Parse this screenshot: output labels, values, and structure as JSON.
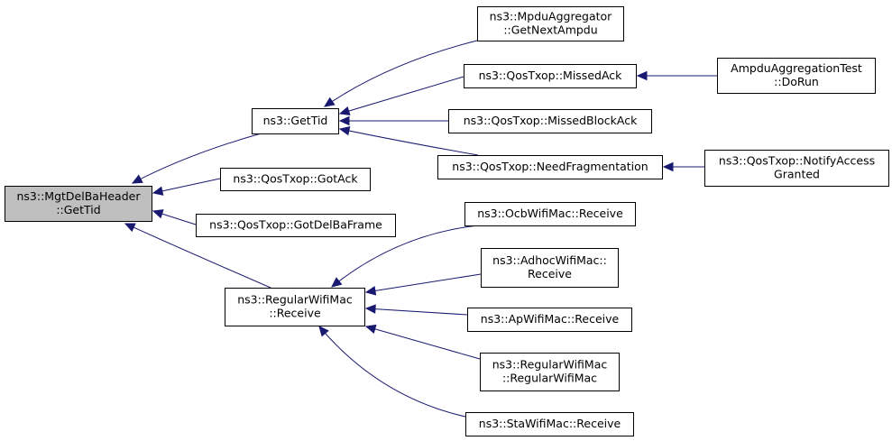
{
  "diagram": {
    "nodes": [
      {
        "id": "mgt",
        "lines": [
          "ns3::MgtDelBaHeader",
          "::GetTid"
        ],
        "root": true
      },
      {
        "id": "gettid",
        "lines": [
          "ns3::GetTid"
        ]
      },
      {
        "id": "gotack",
        "lines": [
          "ns3::QosTxop::GotAck"
        ]
      },
      {
        "id": "gotdelba",
        "lines": [
          "ns3::QosTxop::GotDelBaFrame"
        ]
      },
      {
        "id": "regrecv",
        "lines": [
          "ns3::RegularWifiMac",
          "::Receive"
        ]
      },
      {
        "id": "mpdu",
        "lines": [
          "ns3::MpduAggregator",
          "::GetNextAmpdu"
        ]
      },
      {
        "id": "missedack",
        "lines": [
          "ns3::QosTxop::MissedAck"
        ]
      },
      {
        "id": "missedblock",
        "lines": [
          "ns3::QosTxop::MissedBlockAck"
        ]
      },
      {
        "id": "needfrag",
        "lines": [
          "ns3::QosTxop::NeedFragmentation"
        ]
      },
      {
        "id": "ampdutest",
        "lines": [
          "AmpduAggregationTest",
          "::DoRun"
        ]
      },
      {
        "id": "notify",
        "lines": [
          "ns3::QosTxop::NotifyAccess",
          "Granted"
        ]
      },
      {
        "id": "ocb",
        "lines": [
          "ns3::OcbWifiMac::Receive"
        ]
      },
      {
        "id": "adhoc",
        "lines": [
          "ns3::AdhocWifiMac::",
          "Receive"
        ]
      },
      {
        "id": "ap",
        "lines": [
          "ns3::ApWifiMac::Receive"
        ]
      },
      {
        "id": "regctor",
        "lines": [
          "ns3::RegularWifiMac",
          "::RegularWifiMac"
        ]
      },
      {
        "id": "sta",
        "lines": [
          "ns3::StaWifiMac::Receive"
        ]
      }
    ],
    "edges": [
      {
        "from": "gettid",
        "to": "mgt"
      },
      {
        "from": "gotack",
        "to": "mgt"
      },
      {
        "from": "gotdelba",
        "to": "mgt"
      },
      {
        "from": "regrecv",
        "to": "mgt"
      },
      {
        "from": "mpdu",
        "to": "gettid"
      },
      {
        "from": "missedack",
        "to": "gettid"
      },
      {
        "from": "missedblock",
        "to": "gettid"
      },
      {
        "from": "needfrag",
        "to": "gettid"
      },
      {
        "from": "ampdutest",
        "to": "missedack"
      },
      {
        "from": "notify",
        "to": "needfrag"
      },
      {
        "from": "ocb",
        "to": "regrecv"
      },
      {
        "from": "adhoc",
        "to": "regrecv"
      },
      {
        "from": "ap",
        "to": "regrecv"
      },
      {
        "from": "regctor",
        "to": "regrecv"
      },
      {
        "from": "sta",
        "to": "regrecv"
      }
    ],
    "colors": {
      "edge": "#191970",
      "root_fill": "#bfbfbf",
      "node_fill": "#ffffff",
      "border": "#000000"
    }
  }
}
